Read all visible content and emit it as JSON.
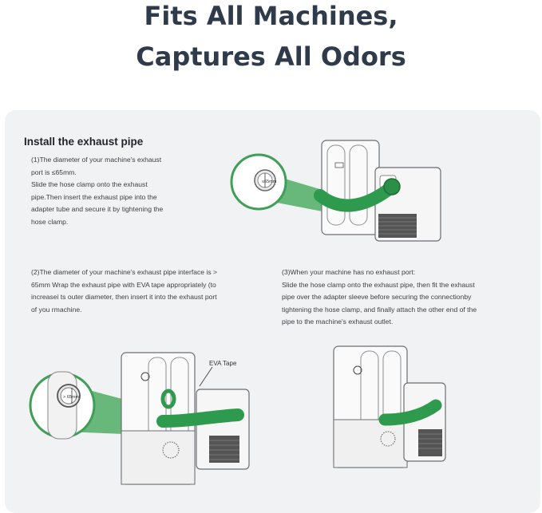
{
  "headline": {
    "line1": "Fits All Machines,",
    "line2": "Captures All Odors"
  },
  "section_title": "Install the exhaust pipe",
  "step1": {
    "lines": [
      "(1)The diameter of your machine's exhaust",
      "port is ≤65mm.",
      "Slide the hose clamp onto the exhaust",
      "pipe.Then insert the exhaust pipe into the",
      "adapter tube and secure it by tightening the",
      "hose clamp."
    ],
    "diagram_label": "≤65mm"
  },
  "step2": {
    "lines": [
      "(2)The diameter of your machine's exhaust pipe interface is >",
      "65mm Wrap the exhaust pipe with EVA tape appropriately (to",
      "increasei ts outer diameter, then insert it into the exhaust port",
      "of you rmachine."
    ],
    "diagram_label": "> 65mm",
    "tape_label": "EVA Tape"
  },
  "step3": {
    "lines": [
      "(3)When your machine has no exhaust port:",
      "Slide the hose clamp onto the exhaust pipe, then fit the exhaust",
      "pipe over the adapter sleeve before securing the connectionby",
      "tightening the hose clamp, and finally attach the other end of the",
      "pipe to the machine's exhaust outlet."
    ]
  },
  "colors": {
    "hose_green": "#2e9a4e",
    "cone_green": "#4fae64",
    "panel_bg": "#f1f2f3",
    "heading": "#2f3a4a"
  }
}
